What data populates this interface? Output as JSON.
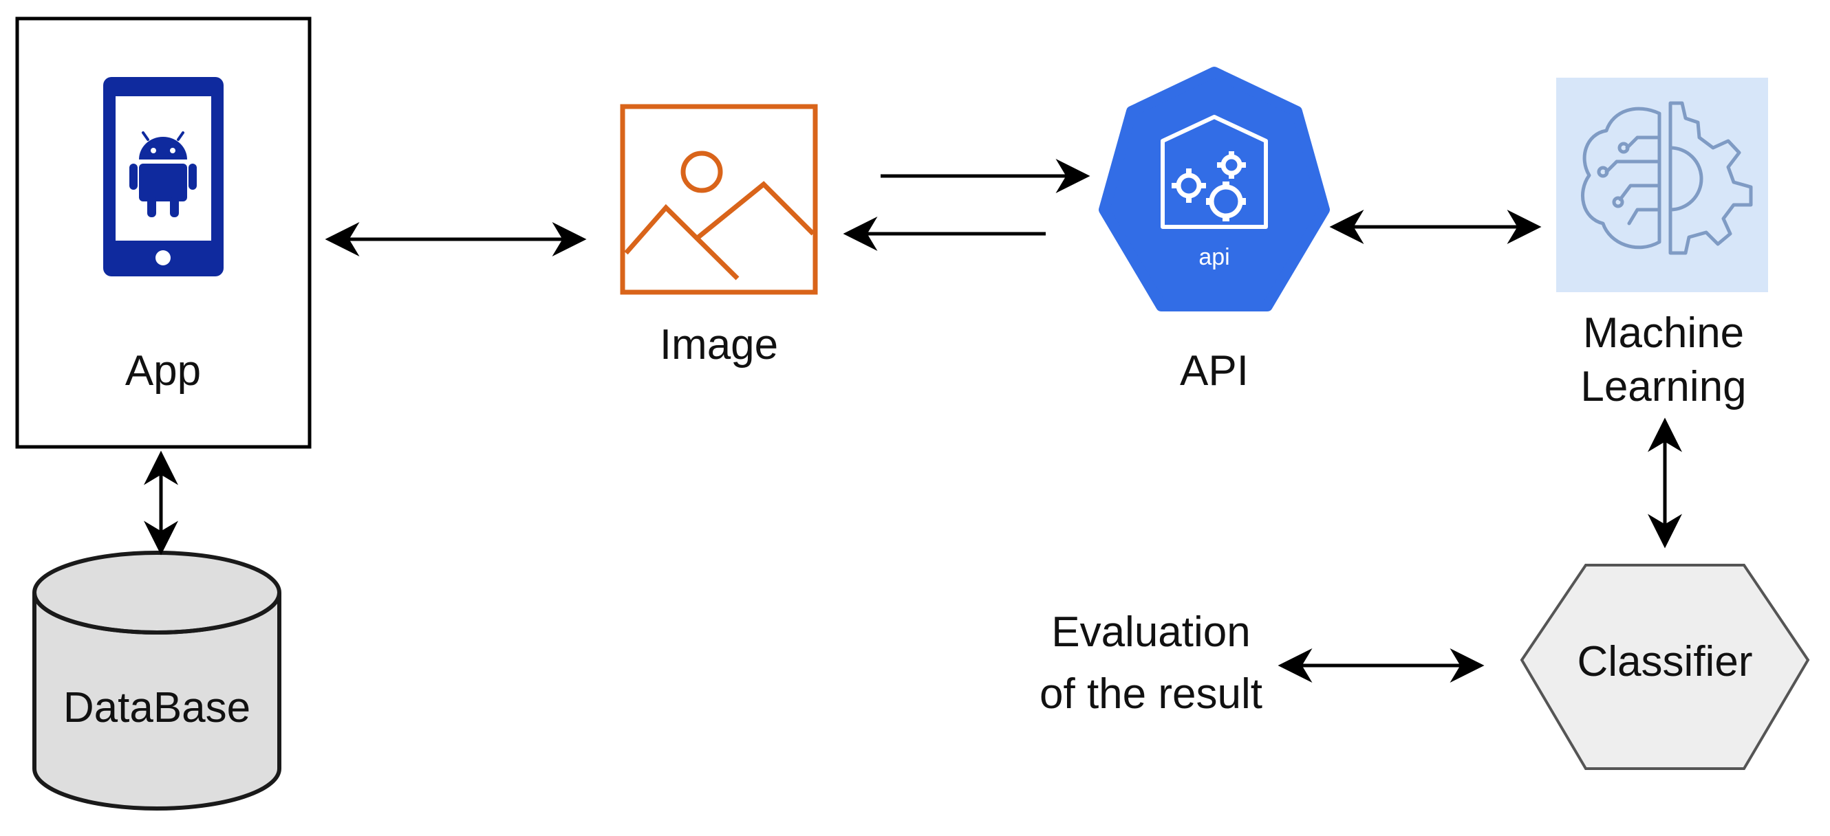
{
  "nodes": {
    "app": {
      "label": "App",
      "icon": "android-phone-icon"
    },
    "database": {
      "label": "DataBase",
      "icon": "cylinder-database-icon"
    },
    "image": {
      "label": "Image",
      "icon": "landscape-image-icon"
    },
    "api": {
      "label": "API",
      "badge": "api",
      "icon": "kubernetes-api-gear-icon"
    },
    "machine_learning": {
      "label_line1": "Machine",
      "label_line2": "Learning",
      "icon": "brain-gear-icon"
    },
    "classifier": {
      "label": "Classifier",
      "icon": "hexagon-shape"
    },
    "evaluation": {
      "label_line1": "Evaluation",
      "label_line2": "of the result"
    }
  },
  "colors": {
    "phone_blue": "#0f2a9e",
    "image_orange": "#d9641a",
    "api_blue": "#326de6",
    "ml_bg": "#d7e6f9",
    "ml_stroke": "#7f9bc4",
    "classifier_fill": "#eeeeee",
    "database_fill": "#dedede"
  }
}
